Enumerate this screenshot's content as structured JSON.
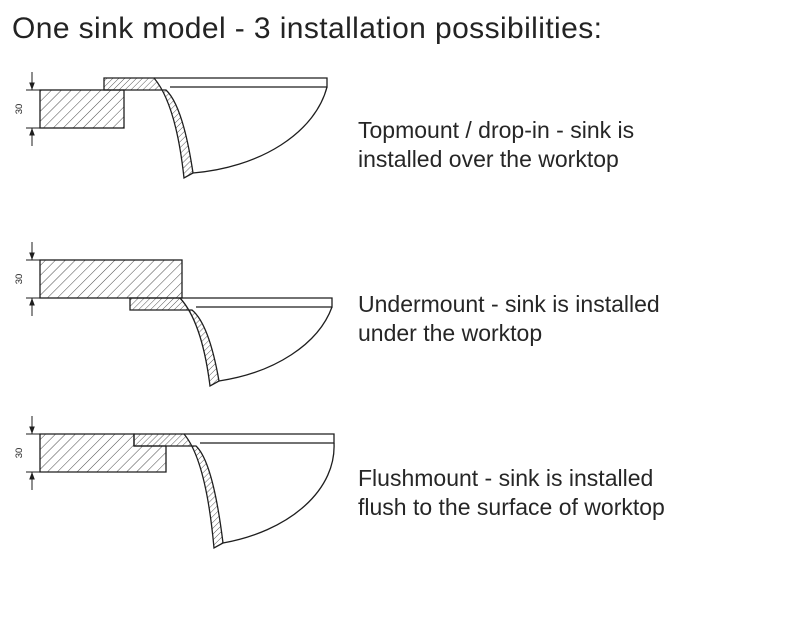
{
  "title": "One sink model - 3 installation possibilities:",
  "rows": [
    {
      "id": "topmount",
      "dimension_mm": "30",
      "description": "Topmount / drop-in - sink is\ninstalled over the worktop"
    },
    {
      "id": "undermount",
      "dimension_mm": "30",
      "description": "Undermount - sink is installed\nunder the worktop"
    },
    {
      "id": "flushmount",
      "dimension_mm": "30",
      "description": "Flushmount - sink is installed\nflush to the surface of worktop"
    }
  ]
}
